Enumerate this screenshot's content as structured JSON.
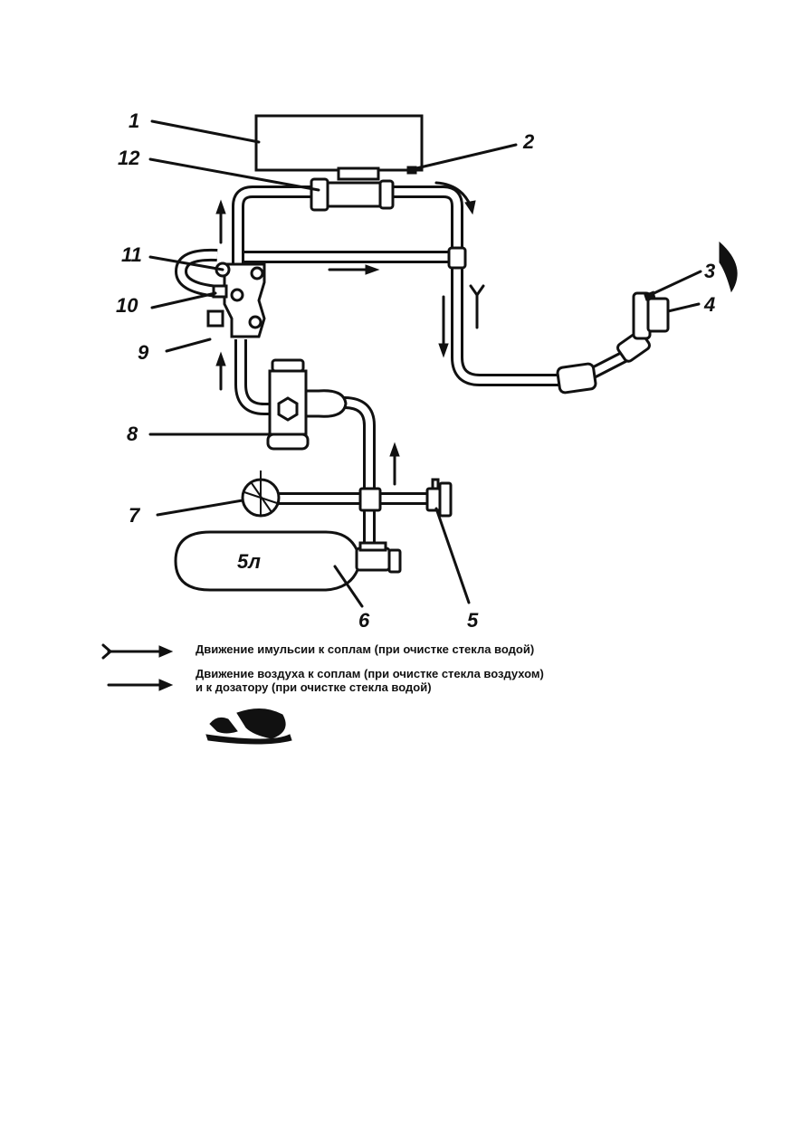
{
  "callouts": [
    "1",
    "2",
    "3",
    "4",
    "5",
    "6",
    "7",
    "8",
    "9",
    "10",
    "11",
    "12"
  ],
  "tank_label": "5л",
  "legend": {
    "emulsion": "Движение имульсии к соплам (при очистке стекла водой)",
    "air_line1": "Движение воздуха к соплам (при очистке стекла воздухом)",
    "air_line2": "и к дозатору (при очистке стекла водой)"
  },
  "colors": {
    "ink": "#111111",
    "background": "#ffffff"
  }
}
